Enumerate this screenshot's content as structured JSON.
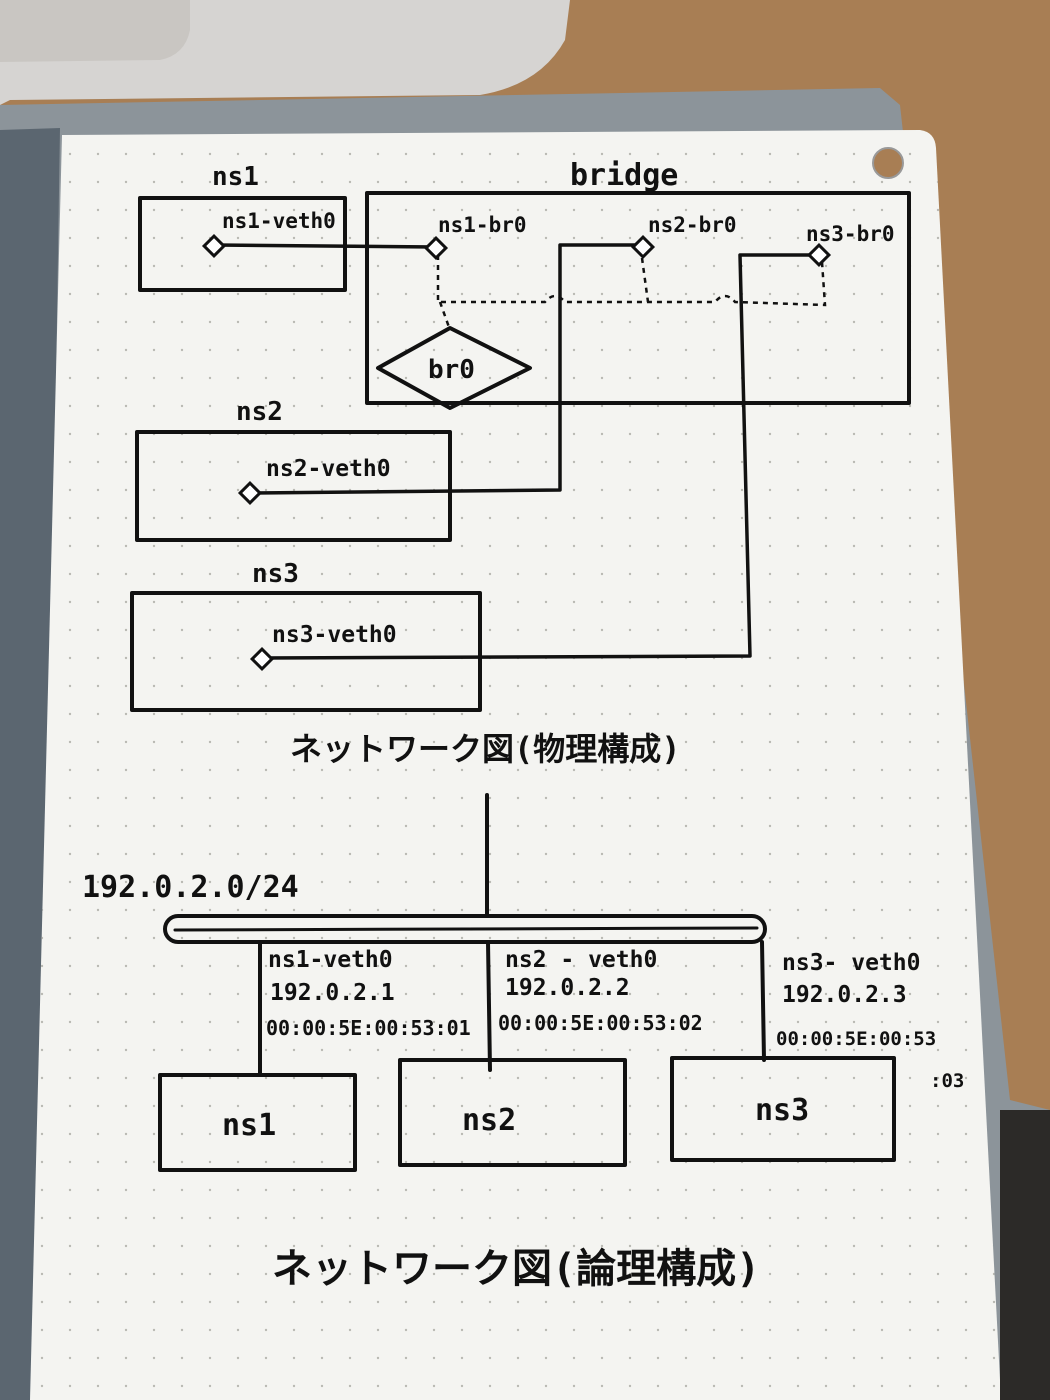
{
  "physical": {
    "ns1": {
      "label": "ns1",
      "veth": "ns1-veth0"
    },
    "ns2": {
      "label": "ns2",
      "veth": "ns2-veth0"
    },
    "ns3": {
      "label": "ns3",
      "veth": "ns3-veth0"
    },
    "bridge": {
      "label": "bridge",
      "ports": [
        "ns1-br0",
        "ns2-br0",
        "ns3-br0"
      ],
      "core": "br0"
    },
    "caption": "ネットワーク図(物理構成)"
  },
  "logical": {
    "subnet": "192.0.2.0/24",
    "hosts": [
      {
        "name": "ns1",
        "iface": "ns1-veth0",
        "ip": "192.0.2.1",
        "mac": "00:00:5E:00:53:01"
      },
      {
        "name": "ns2",
        "iface": "ns2 - veth0",
        "ip": "192.0.2.2",
        "mac": "00:00:5E:00:53:02"
      },
      {
        "name": "ns3",
        "iface": "ns3- veth0",
        "ip": "192.0.2.3",
        "mac": "00:00:5E:00:53",
        "mac_cont": ":03"
      }
    ],
    "caption": "ネットワーク図(論理構成)"
  },
  "colors": {
    "ink": "#111111",
    "paper": "#f4f4f1",
    "desk": "#a87e54"
  }
}
